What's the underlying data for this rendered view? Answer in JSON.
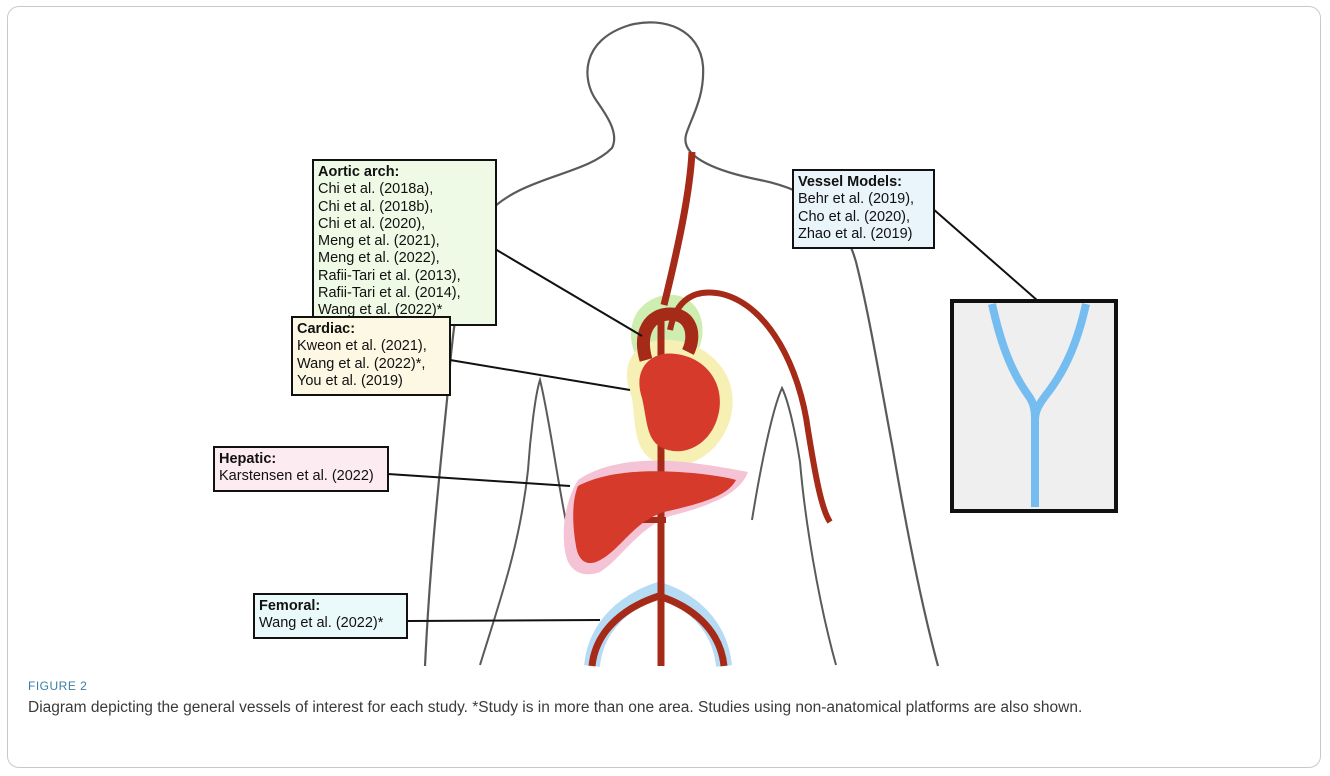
{
  "figure": {
    "label": "FIGURE 2",
    "caption": "Diagram depicting the general vessels of interest for each study. *Study is in more than one area. Studies using non-anatomical platforms are also shown."
  },
  "boxes": {
    "aortic": {
      "title": "Aortic arch:",
      "items": [
        "Chi et al. (2018a),",
        "Chi et al. (2018b),",
        "Chi et al. (2020),",
        "Meng et al. (2021),",
        "Meng et al. (2022),",
        "Rafii-Tari et al. (2013),",
        "Rafii-Tari et al. (2014),",
        "Wang et al. (2022)*"
      ],
      "fill": "#eefae6"
    },
    "cardiac": {
      "title": "Cardiac:",
      "items": [
        "Kweon et al. (2021),",
        "Wang et al. (2022)*,",
        "You et al. (2019)"
      ],
      "fill": "#fdf8e4"
    },
    "hepatic": {
      "title": "Hepatic:",
      "items": [
        "Karstensen et al. (2022)"
      ],
      "fill": "#fcecf2"
    },
    "femoral": {
      "title": "Femoral:",
      "items": [
        "Wang et al. (2022)*"
      ],
      "fill": "#eafafb"
    },
    "vessel": {
      "title": "Vessel Models:",
      "items": [
        "Behr et al. (2019),",
        "Cho et al. (2020),",
        "Zhao et al. (2019)"
      ],
      "fill": "#e9f4fb"
    }
  },
  "colors": {
    "vessel": "#a52a18",
    "organ": "#d63a2a",
    "aortic_halo": "#cdeeb0",
    "cardiac_halo": "#f7f0b4",
    "hepatic_halo": "#f5c3d6",
    "femoral_halo": "#b6dcf5",
    "vessel_model": "#75bdf0",
    "vessel_model_bg": "#efefef",
    "caption_label": "#3b7ea6"
  }
}
